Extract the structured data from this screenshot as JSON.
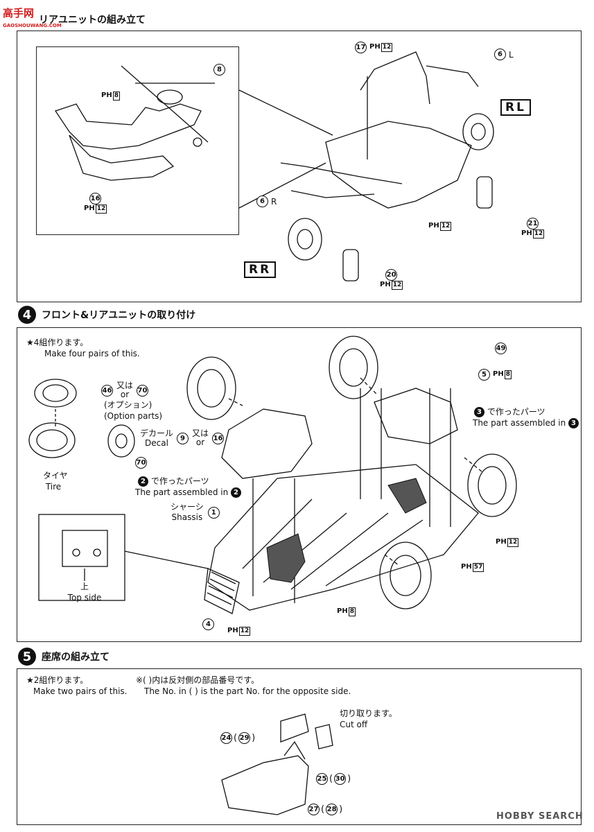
{
  "watermark_top": {
    "main": "高手网",
    "sub": "GAOSHOUWANG.COM"
  },
  "watermark_bottom": "HOBBY SEARCH",
  "colors": {
    "ink": "#111111",
    "watermark_red": "#d02020"
  },
  "step_top": {
    "title": "リアユニットの組み立て",
    "parts": {
      "p17": "17",
      "p17_ph": "PH",
      "p17_num": "12",
      "p6l": "6",
      "p6l_side": "L",
      "p8": "8",
      "ph8_ph": "PH",
      "ph8_num": "8",
      "p16": "16",
      "p16_ph": "PH",
      "p16_num": "12",
      "p6r": "6",
      "p6r_side": "R",
      "mid_ph": "PH",
      "mid_num": "12",
      "p21": "21",
      "p21_ph": "PH",
      "p21_num": "12",
      "p20": "20",
      "p20_ph": "PH",
      "p20_num": "12"
    },
    "tag_rl": "RL",
    "tag_rr": "RR"
  },
  "step4": {
    "number": "4",
    "title": "フロント&リアユニットの取り付け",
    "note_jp": "★4組作ります。",
    "note_en": "Make four pairs of this.",
    "p46": "46",
    "or_jp": "又は",
    "or_en": "or",
    "p70": "70",
    "option_jp": "(オプション)",
    "option_en": "(Option parts)",
    "decal_jp": "デカール",
    "decal_en": "Decal",
    "p9": "9",
    "p16": "16",
    "p70b": "70",
    "tire_jp": "タイヤ",
    "tire_en": "Tire",
    "from2_jp": "で作ったパーツ",
    "from2_en": "The part assembled in",
    "step2": "2",
    "from3_jp": "で作ったパーツ",
    "from3_en": "The part assembled in",
    "step3": "3",
    "chassis_jp": "シャーシ",
    "chassis_en": "Shassis",
    "p1": "1",
    "top_jp": "上",
    "top_en": "Top side",
    "p4": "4",
    "p4_ph": "PH",
    "p4_num": "12",
    "ph8_ph": "PH",
    "ph8_num": "8",
    "p49": "49",
    "p5": "5",
    "p5_ph": "PH",
    "p5_num": "8",
    "ph12_ph": "PH",
    "ph12_num": "12",
    "ph57_ph": "PH",
    "ph57_num": "57"
  },
  "step5": {
    "number": "5",
    "title": "座席の組み立て",
    "note_jp": "★2組作ります。",
    "note_en": "Make two pairs of this.",
    "note2_jp": "※(  )内は反対側の部品番号です。",
    "note2_en": "The No. in (  ) is the part No. for the opposite side.",
    "cut_jp": "切り取ります。",
    "cut_en": "Cut off",
    "p24": "24",
    "p29": "29",
    "p25": "25",
    "p30": "30",
    "p27": "27",
    "p28": "28"
  }
}
